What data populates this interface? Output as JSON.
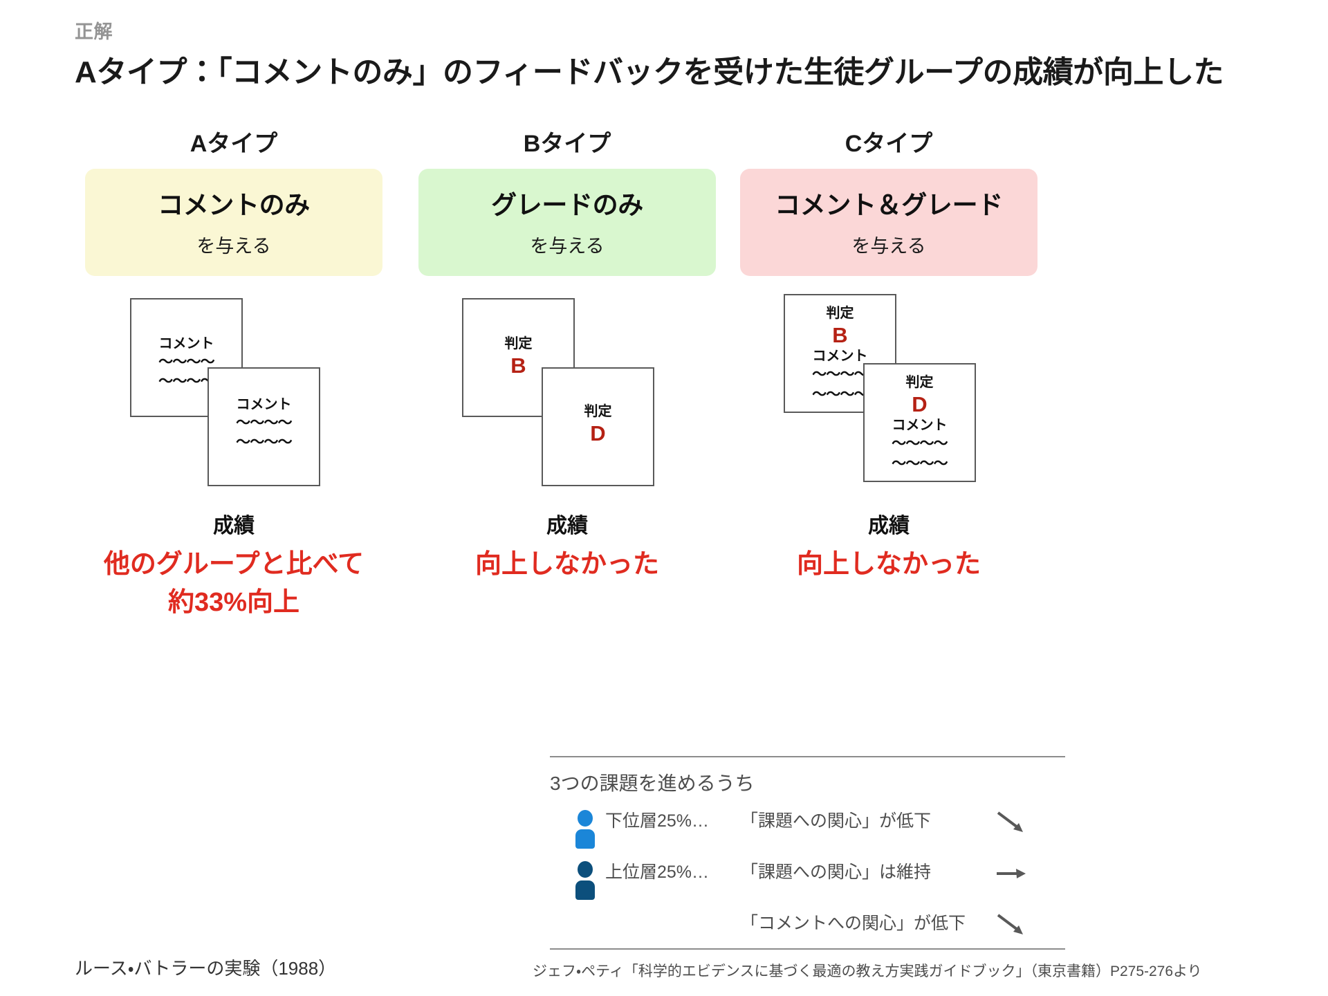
{
  "header": {
    "eyebrow": "正解",
    "headline": "Aタイプ：「コメントのみ」のフィードバックを受けた生徒グループの成績が向上した"
  },
  "columns": [
    {
      "title": "Aタイプ",
      "card": {
        "main": "コメントのみ",
        "sub": "を与える",
        "bg_color": "#faf7d4"
      },
      "papers": [
        {
          "title": "コメント",
          "grade": "",
          "waves": [
            "〜〜〜〜",
            "〜〜〜〜"
          ]
        },
        {
          "title": "コメント",
          "grade": "",
          "waves": [
            "〜〜〜〜",
            "〜〜〜〜"
          ]
        }
      ],
      "result": {
        "label": "成績",
        "value_line1": "他のグループと比べて",
        "value_line2": "約33%向上"
      }
    },
    {
      "title": "Bタイプ",
      "card": {
        "main": "グレードのみ",
        "sub": "を与える",
        "bg_color": "#d9f7cf"
      },
      "papers": [
        {
          "title": "判定",
          "grade": "B",
          "waves": []
        },
        {
          "title": "判定",
          "grade": "D",
          "waves": []
        }
      ],
      "result": {
        "label": "成績",
        "value_line1": "向上しなかった",
        "value_line2": ""
      }
    },
    {
      "title": "Cタイプ",
      "card": {
        "main": "コメント＆グレード",
        "sub": "を与える",
        "bg_color": "#fbd7d7"
      },
      "papers": [
        {
          "title": "判定",
          "grade": "B",
          "comment_label": "コメント",
          "waves": [
            "〜〜〜〜",
            "〜〜〜〜"
          ]
        },
        {
          "title": "判定",
          "grade": "D",
          "comment_label": "コメント",
          "waves": [
            "〜〜〜〜",
            "〜〜〜〜"
          ]
        }
      ],
      "result": {
        "label": "成績",
        "value_line1": "向上しなかった",
        "value_line2": ""
      }
    }
  ],
  "note": {
    "heading": "3つの課題を進めるうち",
    "rows": [
      {
        "group": "下位層25%…",
        "effect": "「課題への関心」が低下",
        "arrow": "down-right-arrow",
        "person_color": "#1b86d8"
      },
      {
        "group": "上位層25%…",
        "effect": "「課題への関心」は維持",
        "arrow": "right-arrow",
        "person_color": "#0c4f7c"
      }
    ],
    "extra_row": {
      "effect": "「コメントへの関心」が低下",
      "arrow": "down-right-arrow"
    }
  },
  "footer": {
    "left": "ルース・バトラーの実験（1988）",
    "right": "ジェフ・ペティ「科学的エビデンスに基づく最適の教え方実践ガイドブック」（東京書籍）P275-276より"
  },
  "colors": {
    "accent_red": "#e02b20",
    "grade_red": "#b52114",
    "eyebrow_gray": "#949494",
    "note_gray": "#4d4d4d"
  }
}
